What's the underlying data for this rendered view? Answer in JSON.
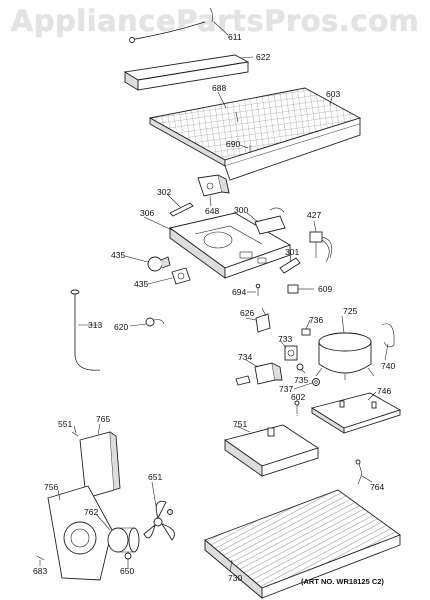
{
  "watermark": "AppliancePartsPros.com",
  "art_number": "(ART NO. WR18125 C2)",
  "callouts": {
    "p611": "611",
    "p622": "622",
    "p688": "688",
    "p603": "603",
    "p690": "690",
    "p302": "302",
    "p648": "648",
    "p306": "306",
    "p300": "300",
    "p427": "427",
    "p435a": "435",
    "p435b": "435",
    "p301": "301",
    "p694": "694",
    "p609": "609",
    "p313": "313",
    "p620": "620",
    "p626": "626",
    "p736": "736",
    "p725": "725",
    "p733": "733",
    "p740": "740",
    "p734": "734",
    "p735": "735",
    "p737": "737",
    "p746": "746",
    "p602": "602",
    "p751": "751",
    "p551": "551",
    "p765": "765",
    "p651": "651",
    "p756": "756",
    "p762": "762",
    "p764": "764",
    "p650": "650",
    "p683": "683",
    "p730": "730"
  }
}
